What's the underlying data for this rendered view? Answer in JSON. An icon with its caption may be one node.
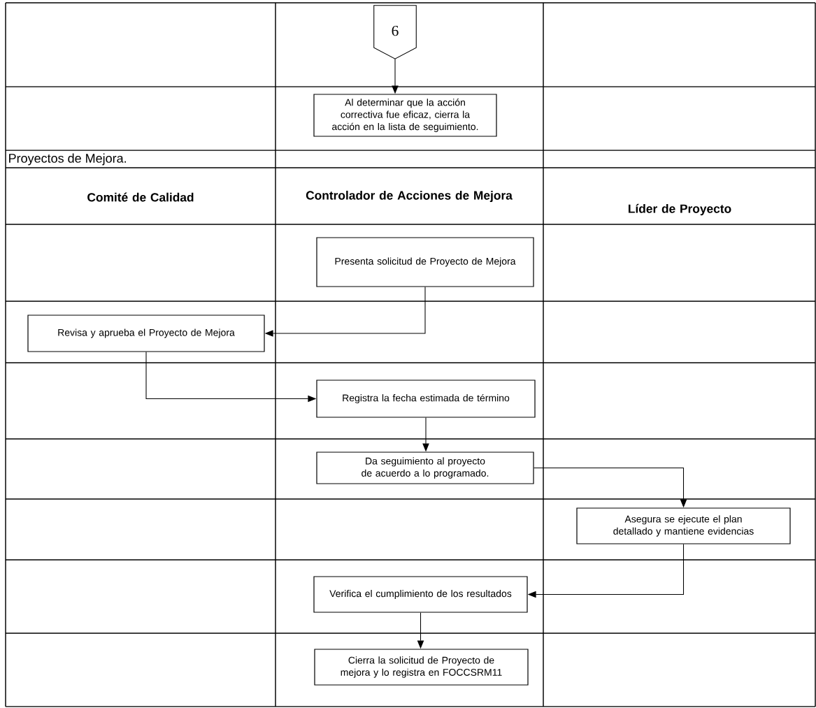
{
  "diagram": {
    "nodes": [
      {
        "text": [
          "6"
        ]
      },
      {
        "text": [
          "Al determinar que la acción correctiva fue eficaz, cierra la acción en la lista de seguimiento."
        ]
      },
      {
        "text": [
          "Presenta solicitud de Proyecto de Mejora"
        ]
      },
      {
        "text": [
          "Revisa y aprueba el Proyecto de Mejora"
        ]
      },
      {
        "text": [
          "Registra la fecha estimada de término"
        ]
      },
      {
        "text": [
          "Da seguimiento al proyecto de acuerdo a lo programado."
        ]
      },
      {
        "text": [
          "Asegura se ejecute el plan detallado y mantiene evidencias"
        ]
      },
      {
        "text": [
          "Verifica el cumplimiento de los resultados"
        ]
      },
      {
        "text": [
          "Cierra la solicitud de Proyecto de mejora y lo registra en FOCCSRM11"
        ]
      }
    ],
    "edges": [
      {
        "from": 0,
        "to": 1,
        "arrow": "to"
      },
      {
        "from": 2,
        "to": 3,
        "arrow": "to"
      },
      {
        "from": 3,
        "to": 4,
        "arrow": "to"
      },
      {
        "from": 4,
        "to": 5,
        "arrow": "to"
      },
      {
        "from": 5,
        "to": 6,
        "arrow": "to"
      },
      {
        "from": 6,
        "to": 7,
        "arrow": "to"
      },
      {
        "from": 7,
        "to": 8,
        "arrow": "to"
      }
    ],
    "labels": [
      "Proyectos de Mejora.",
      "Comité de Calidad",
      "Controlador de Acciones de Mejora",
      "Líder de Proyecto"
    ]
  }
}
